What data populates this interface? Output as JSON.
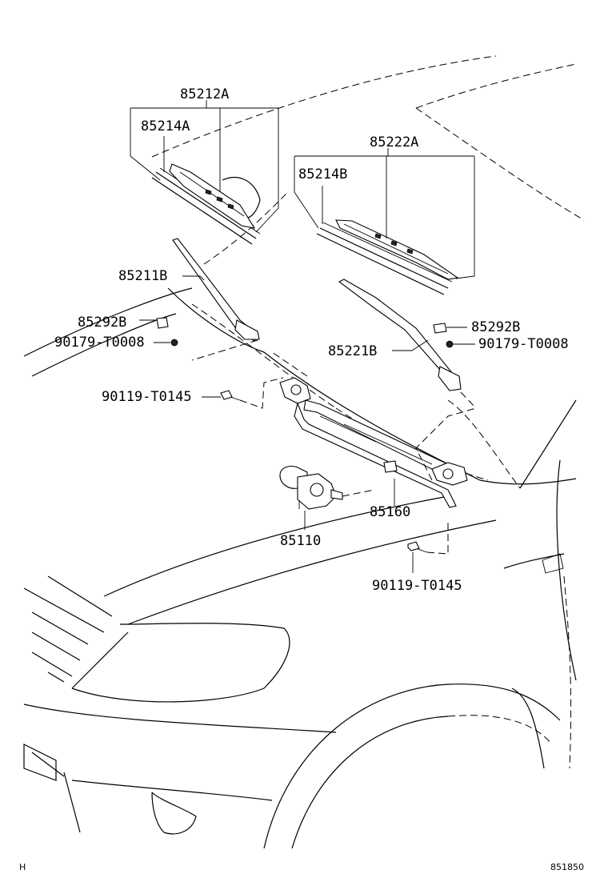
{
  "labels": {
    "blade_front_left_assy": "85212A",
    "rubber_front_left": "85214A",
    "blade_front_right_assy": "85222A",
    "rubber_front_right": "85214B",
    "arm_left": "85211B",
    "cap_left": "85292B",
    "nut_left": "90179-T0008",
    "arm_right": "85221B",
    "cap_right": "85292B",
    "nut_right": "90179-T0008",
    "bolt_upper": "90119-T0145",
    "link_assy": "85160",
    "motor": "85110",
    "bolt_lower": "90119-T0145"
  },
  "corner": {
    "left_mark": "H",
    "diagram_code": "851850"
  }
}
